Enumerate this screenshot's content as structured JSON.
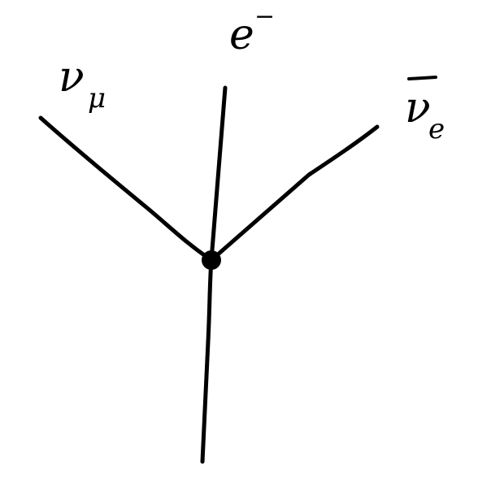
{
  "diagram": {
    "vertex_color": "#000000",
    "line_color": "#000000",
    "particles": {
      "top": {
        "symbol": "e",
        "superscript": "−"
      },
      "left": {
        "symbol": "ν",
        "subscript": "μ"
      },
      "right": {
        "symbol": "ν",
        "overbar": true,
        "subscript": "e"
      }
    }
  }
}
